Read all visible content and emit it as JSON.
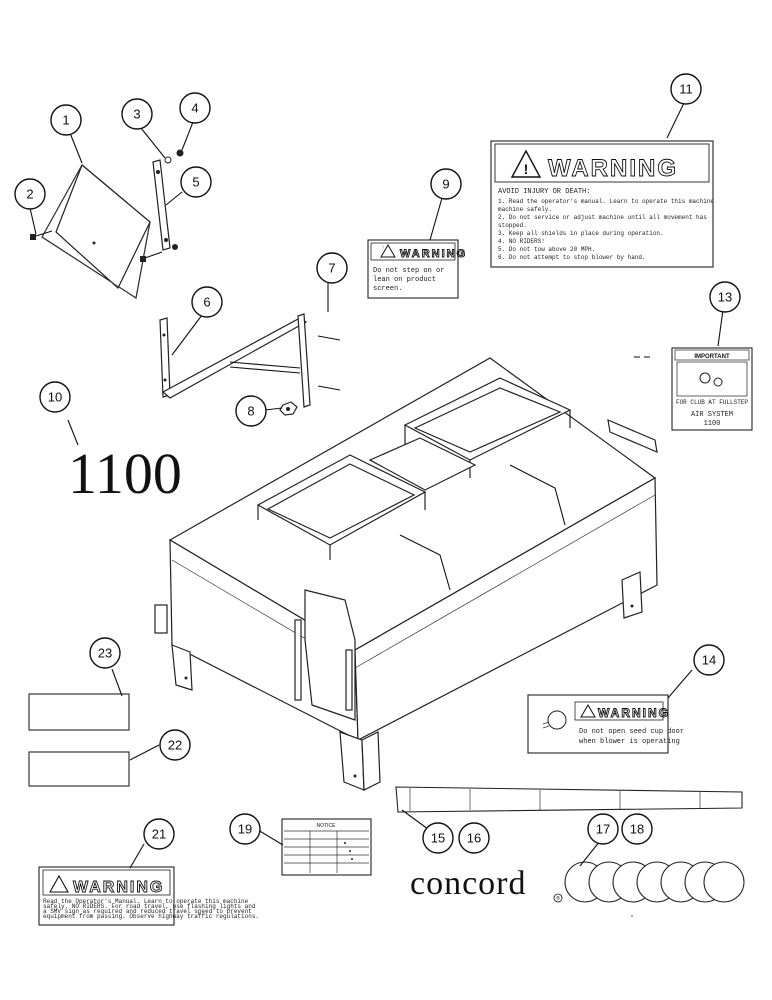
{
  "callouts": [
    {
      "n": "1"
    },
    {
      "n": "2"
    },
    {
      "n": "3"
    },
    {
      "n": "4"
    },
    {
      "n": "5"
    },
    {
      "n": "6"
    },
    {
      "n": "7"
    },
    {
      "n": "8"
    },
    {
      "n": "9"
    },
    {
      "n": "10"
    },
    {
      "n": "11"
    },
    {
      "n": "13"
    },
    {
      "n": "14"
    },
    {
      "n": "15"
    },
    {
      "n": "16"
    },
    {
      "n": "17"
    },
    {
      "n": "18"
    },
    {
      "n": "19"
    },
    {
      "n": "21"
    },
    {
      "n": "22"
    },
    {
      "n": "23"
    }
  ],
  "model_decal": "1100",
  "brand_decal": "concord",
  "registered_mark": "®",
  "warning_word": "WARNING",
  "decal_11": {
    "heading": "AVOID INJURY OR DEATH:",
    "lines": [
      "1. Read the operator's manual. Learn to operate this machine",
      "   machine safely.",
      "2. Do not service or adjust machine until all movement has",
      "   stopped.",
      "3. Keep all shields in place during operation.",
      "4. NO RIDERS!",
      "5. Do not tow above 20 MPH.",
      "6. Do not attempt to stop blower by hand."
    ]
  },
  "decal_9": {
    "lines": [
      "Do not step on or",
      "lean on product",
      "screen."
    ]
  },
  "decal_13": {
    "title": "IMPORTANT",
    "caption": "FOR CLUB AT FULLSTEP",
    "line1": "AIR SYSTEM",
    "line2": "1100"
  },
  "decal_14": {
    "lines": [
      "Do not open seed cup door",
      "when blower is operating"
    ]
  },
  "decal_19": {
    "title": "NOTICE"
  },
  "decal_21": {
    "lines": [
      "Read the Operator's Manual. Learn to operate this machine",
      "safely. NO RIDERS. For road travel, use flashing lights and",
      "a SMV sign as required and reduced travel speed to prevent",
      "equipment from passing. Observe highway traffic regulations."
    ]
  }
}
